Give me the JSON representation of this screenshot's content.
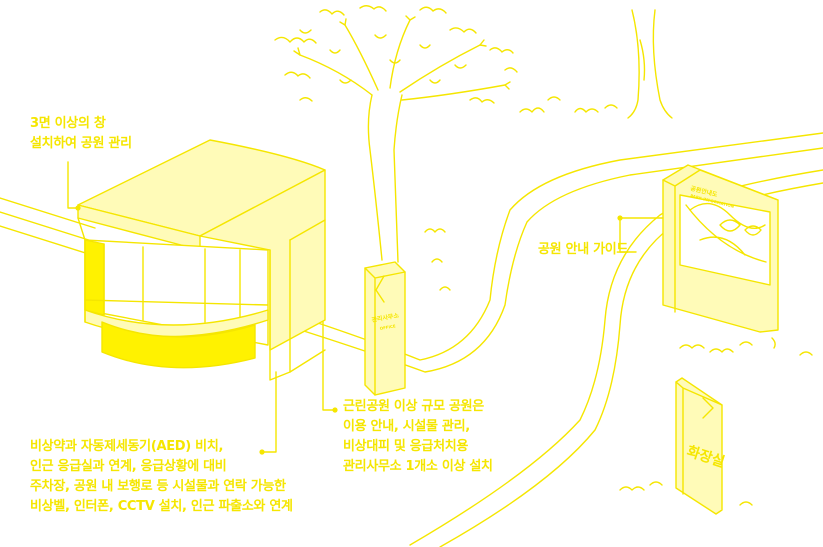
{
  "colors": {
    "line": "#f5e600",
    "fill_light": "#fffbb8",
    "fill_solid": "#fff200",
    "text": "#f5e600",
    "background": "#ffffff"
  },
  "annotations": {
    "kiosk_windows": {
      "lines": [
        "3면 이상의 창",
        "설치하여 공원 관리"
      ]
    },
    "park_guide": {
      "lines": [
        "공원 안내 가이드"
      ]
    },
    "management_office": {
      "lines": [
        "근린공원 이상 규모 공원은",
        "이용 안내, 시설물 관리,",
        "비상대피 및 응급처치용",
        "관리사무소 1개소 이상 설치"
      ]
    },
    "emergency": {
      "lines": [
        "비상약과 자동제세동기(AED) 비치,",
        "인근 응급실과 연계, 응급상황에 대비",
        "주차장, 공원 내 보행로 등 시설물과 연락 가능한",
        "비상벨, 인터폰, CCTV 설치, 인근 파출소와 연계"
      ]
    }
  },
  "signs": {
    "map_board_title": "공원안내도",
    "map_board_subtitle": "PARK INFORMATION",
    "pole_sign_title": "관리사무소",
    "pole_sign_sub": "OFFICE",
    "small_sign_text": "화장실"
  }
}
